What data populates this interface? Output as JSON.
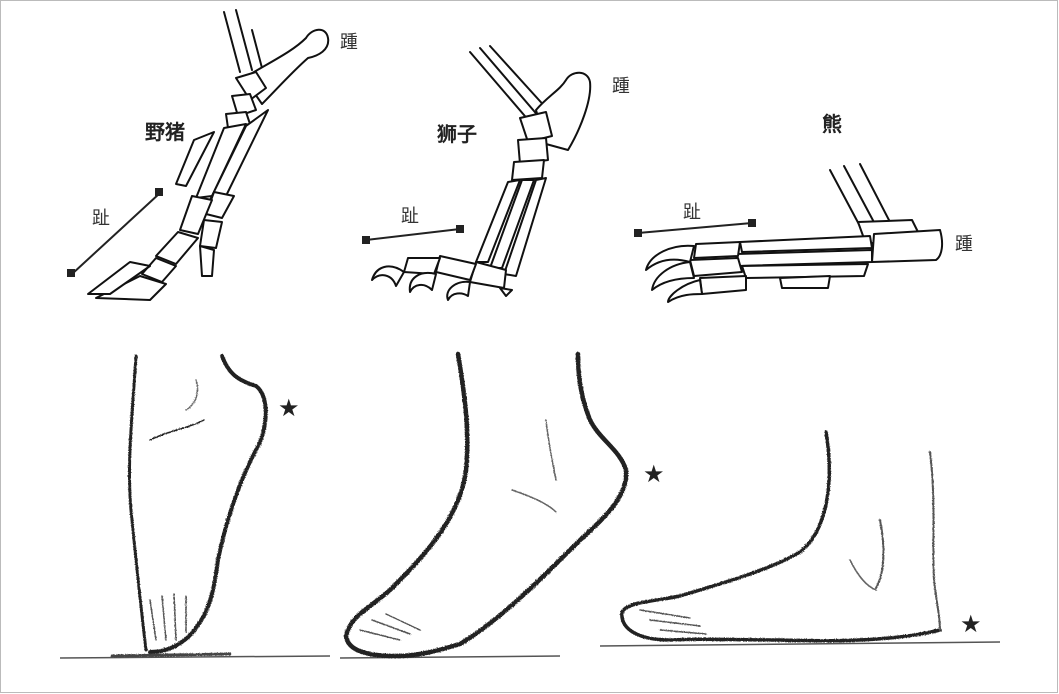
{
  "animals": [
    {
      "name": "野猪",
      "heel_label": "踵",
      "toe_label": "趾"
    },
    {
      "name": "狮子",
      "heel_label": "踵",
      "toe_label": "趾"
    },
    {
      "name": "熊",
      "heel_label": "踵",
      "toe_label": "趾"
    }
  ],
  "human_feet": [
    {
      "marker": "★"
    },
    {
      "marker": "★"
    },
    {
      "marker": "★"
    }
  ]
}
